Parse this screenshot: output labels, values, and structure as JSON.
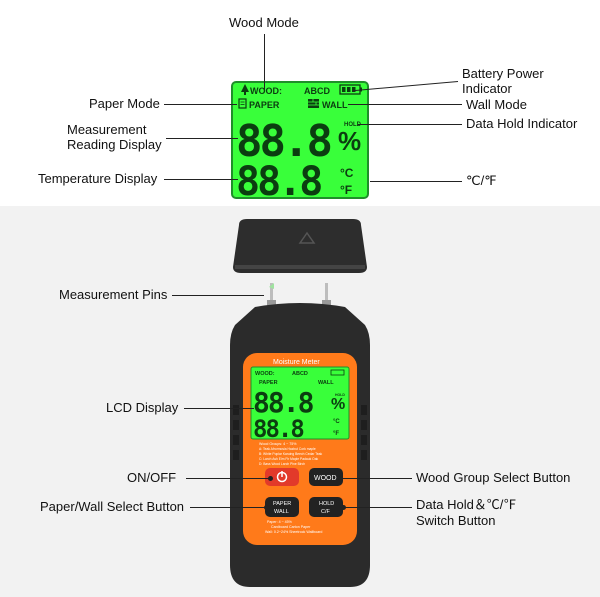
{
  "colors": {
    "lcd_green": "#39ff3a",
    "lcd_dark": "#23a23a",
    "device_black": "#2b2b2b",
    "device_orange": "#ff7a1a",
    "power_red": "#e23a2a",
    "background_bottom": "#f2f2f2"
  },
  "callouts": {
    "wood_mode": "Wood Mode",
    "battery": "Battery Power Indicator",
    "battery_line1": "Battery Power",
    "battery_line2": "Indicator",
    "paper_mode": "Paper Mode",
    "wall_mode": "Wall Mode",
    "measurement_line1": "Measurement",
    "measurement_line2": "Reading Display",
    "data_hold": "Data Hold Indicator",
    "temperature": "Temperature Display",
    "unit": "℃/℉",
    "pins": "Measurement Pins",
    "lcd": "LCD Display",
    "onoff": "ON/OFF",
    "wood_group": "Wood Group Select Button",
    "paper_wall_btn": "Paper/Wall Select Button",
    "hold_line1": "Data Hold＆℃/℉",
    "hold_line2": "Switch Button"
  },
  "big_lcd": {
    "wood_label": "WOOD:",
    "wood_groups": "ABCD",
    "paper_label": "PAPER",
    "wall_label": "WALL",
    "hold_label": "HOLD",
    "reading": "88.8",
    "percent": "%",
    "temp": "88.8",
    "celsius": "°C",
    "fahrenheit": "°F"
  },
  "device": {
    "brand_label": "Moisture Meter",
    "lcd_wood_label": "WOOD:",
    "lcd_wood_groups": "ABCD",
    "lcd_paper_label": "PAPER",
    "lcd_wall_label": "WALL",
    "lcd_hold_label": "HOLD",
    "lcd_reading": "88.8",
    "lcd_percent": "%",
    "lcd_temp": "88.8",
    "lcd_celsius": "°C",
    "lcd_fahrenheit": "°F",
    "wood_groups_title": "Wood Groups: 4 ~ 75%",
    "wood_group_lines": [
      "A: Teak Afrormosia Hazbut Cork maple",
      "B: White Poplar Karuing Beech Cedar Teak",
      "C: Larch Ash Elm Fir Maple Padauk Oak",
      "D: Bass Wood Larch Pine Birch"
    ],
    "paper_wall_lines": [
      "Paper: 4 ~ 45%",
      "Cardboard Carton Paper",
      "Wall: 0.2~24% Sheetrock Wallboard"
    ],
    "btn_wood": "WOOD",
    "btn_paper_line1": "PAPER",
    "btn_paper_line2": "WALL",
    "btn_hold_line1": "HOLD",
    "btn_hold_line2": "C/F"
  }
}
